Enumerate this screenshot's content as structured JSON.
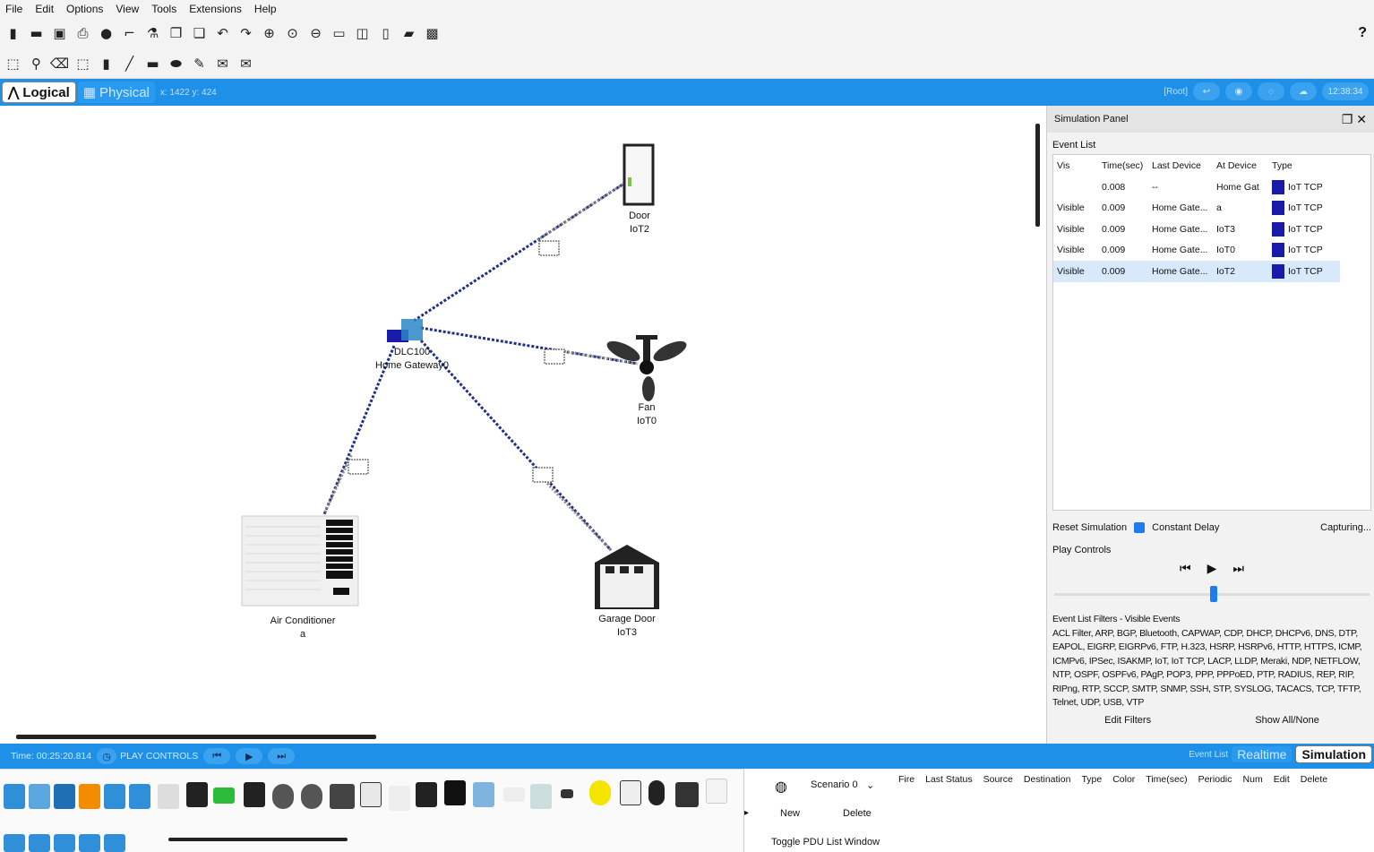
{
  "menu": [
    "File",
    "Edit",
    "Options",
    "View",
    "Tools",
    "Extensions",
    "Help"
  ],
  "toolbar_help": "?",
  "modebar": {
    "logical": "Logical",
    "physical": "Physical",
    "coords": "x: 1422 y: 424",
    "root": "[Root]",
    "clock": "12:38:34"
  },
  "devices": {
    "door": {
      "name": "Door",
      "id": "IoT2"
    },
    "gateway": {
      "name": "DLC100",
      "sub": "Home Gateway0"
    },
    "fan": {
      "name": "Fan",
      "id": "IoT0"
    },
    "ac": {
      "name": "Air Conditioner",
      "id": "a"
    },
    "garage": {
      "name": "Garage Door",
      "id": "IoT3"
    }
  },
  "sim_panel": {
    "title": "Simulation Panel",
    "event_list_label": "Event List",
    "columns": [
      "Vis",
      "Time(sec)",
      "Last Device",
      "At Device",
      "Type"
    ],
    "rows": [
      {
        "vis": "",
        "time": "0.008",
        "last": "--",
        "at": "Home Gat",
        "type": "IoT TCP"
      },
      {
        "vis": "Visible",
        "time": "0.009",
        "last": "Home Gate...",
        "at": "a",
        "type": "IoT TCP"
      },
      {
        "vis": "Visible",
        "time": "0.009",
        "last": "Home Gate...",
        "at": "IoT3",
        "type": "IoT TCP"
      },
      {
        "vis": "Visible",
        "time": "0.009",
        "last": "Home Gate...",
        "at": "IoT0",
        "type": "IoT TCP"
      },
      {
        "vis": "Visible",
        "time": "0.009",
        "last": "Home Gate...",
        "at": "IoT2",
        "type": "IoT TCP"
      }
    ],
    "reset": "Reset Simulation",
    "constant_delay": "Constant Delay",
    "capturing": "Capturing...",
    "play_controls": "Play Controls",
    "filters_title": "Event List Filters - Visible Events",
    "filters_text": "ACL Filter, ARP, BGP, Bluetooth, CAPWAP, CDP, DHCP, DHCPv6, DNS, DTP, EAPOL, EIGRP, EIGRPv6, FTP, H.323, HSRP, HSRPv6, HTTP, HTTPS, ICMP, ICMPv6, IPSec, ISAKMP, IoT, IoT TCP, LACP, LLDP, Meraki, NDP, NETFLOW, NTP, OSPF, OSPFv6, PAgP, POP3, PPP, PPPoED, PTP, RADIUS, REP, RIP, RIPng, RTP, SCCP, SMTP, SNMP, SSH, STP, SYSLOG, TACACS, TCP, TFTP, Telnet, UDP, USB, VTP",
    "edit_filters": "Edit Filters",
    "show_all": "Show All/None"
  },
  "bottombar": {
    "time": "Time: 00:25:20.814",
    "play_controls": "PLAY CONTROLS",
    "event_list": "Event List",
    "realtime": "Realtime",
    "simulation": "Simulation"
  },
  "pdu": {
    "scenario": "Scenario 0",
    "new": "New",
    "delete": "Delete",
    "toggle": "Toggle PDU List Window",
    "columns": [
      "Fire",
      "Last Status",
      "Source",
      "Destination",
      "Type",
      "Color",
      "Time(sec)",
      "Periodic",
      "Num",
      "Edit",
      "Delete"
    ]
  },
  "colors": {
    "accent": "#1e90e8",
    "iot_tcp": "#1a1aa8"
  }
}
